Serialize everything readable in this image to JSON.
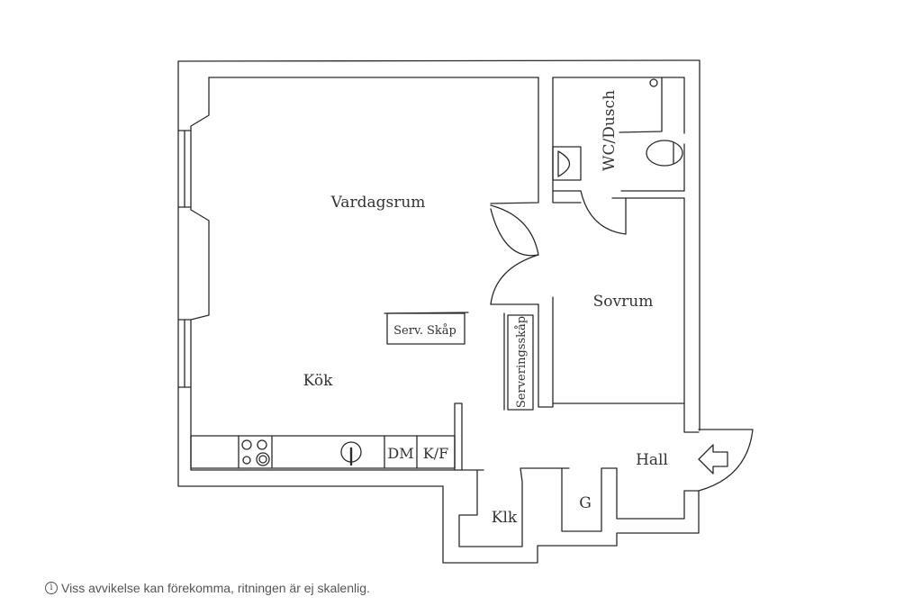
{
  "rooms": {
    "vardagsrum": "Vardagsrum",
    "kok": "Kök",
    "serv_skap": "Serv. Skåp",
    "serveringsskap": "Serveringsskåp",
    "wc_dusch": "WC/Dusch",
    "sovrum": "Sovrum",
    "hall": "Hall",
    "klk": "Klk",
    "g": "G"
  },
  "appliances": {
    "dm": "DM",
    "kf": "K/F"
  },
  "footer": {
    "icon": "info-icon",
    "text": "Viss avvikelse kan förekomma, ritningen är ej skalenlig."
  }
}
